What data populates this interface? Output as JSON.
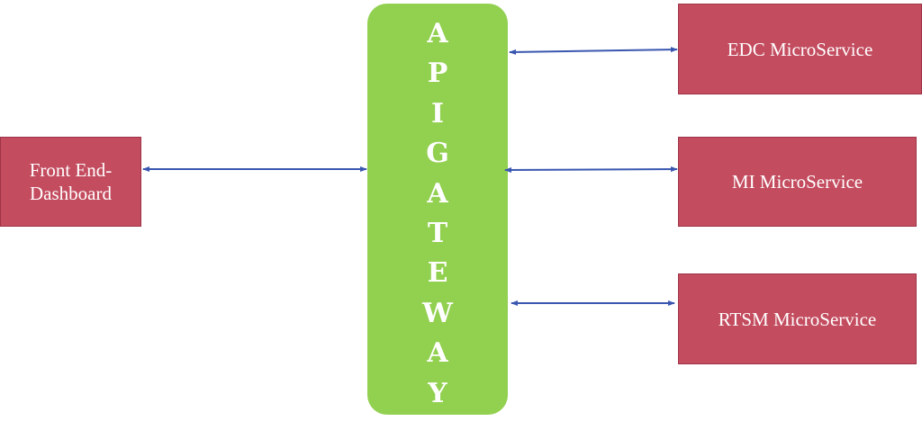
{
  "gateway": {
    "label": "APIGATEWAY",
    "letters": [
      "A",
      "P",
      "I",
      "G",
      "A",
      "T",
      "E",
      "W",
      "A",
      "Y"
    ]
  },
  "frontend": {
    "line1": "Front End-",
    "line2": "Dashboard"
  },
  "services": {
    "edc": "EDC MicroService",
    "mi": "MI MicroService",
    "rtsm": "RTSM MicroService"
  },
  "colors": {
    "box": "#c34c5f",
    "gateway": "#92d050",
    "arrow": "#3a57b0"
  }
}
